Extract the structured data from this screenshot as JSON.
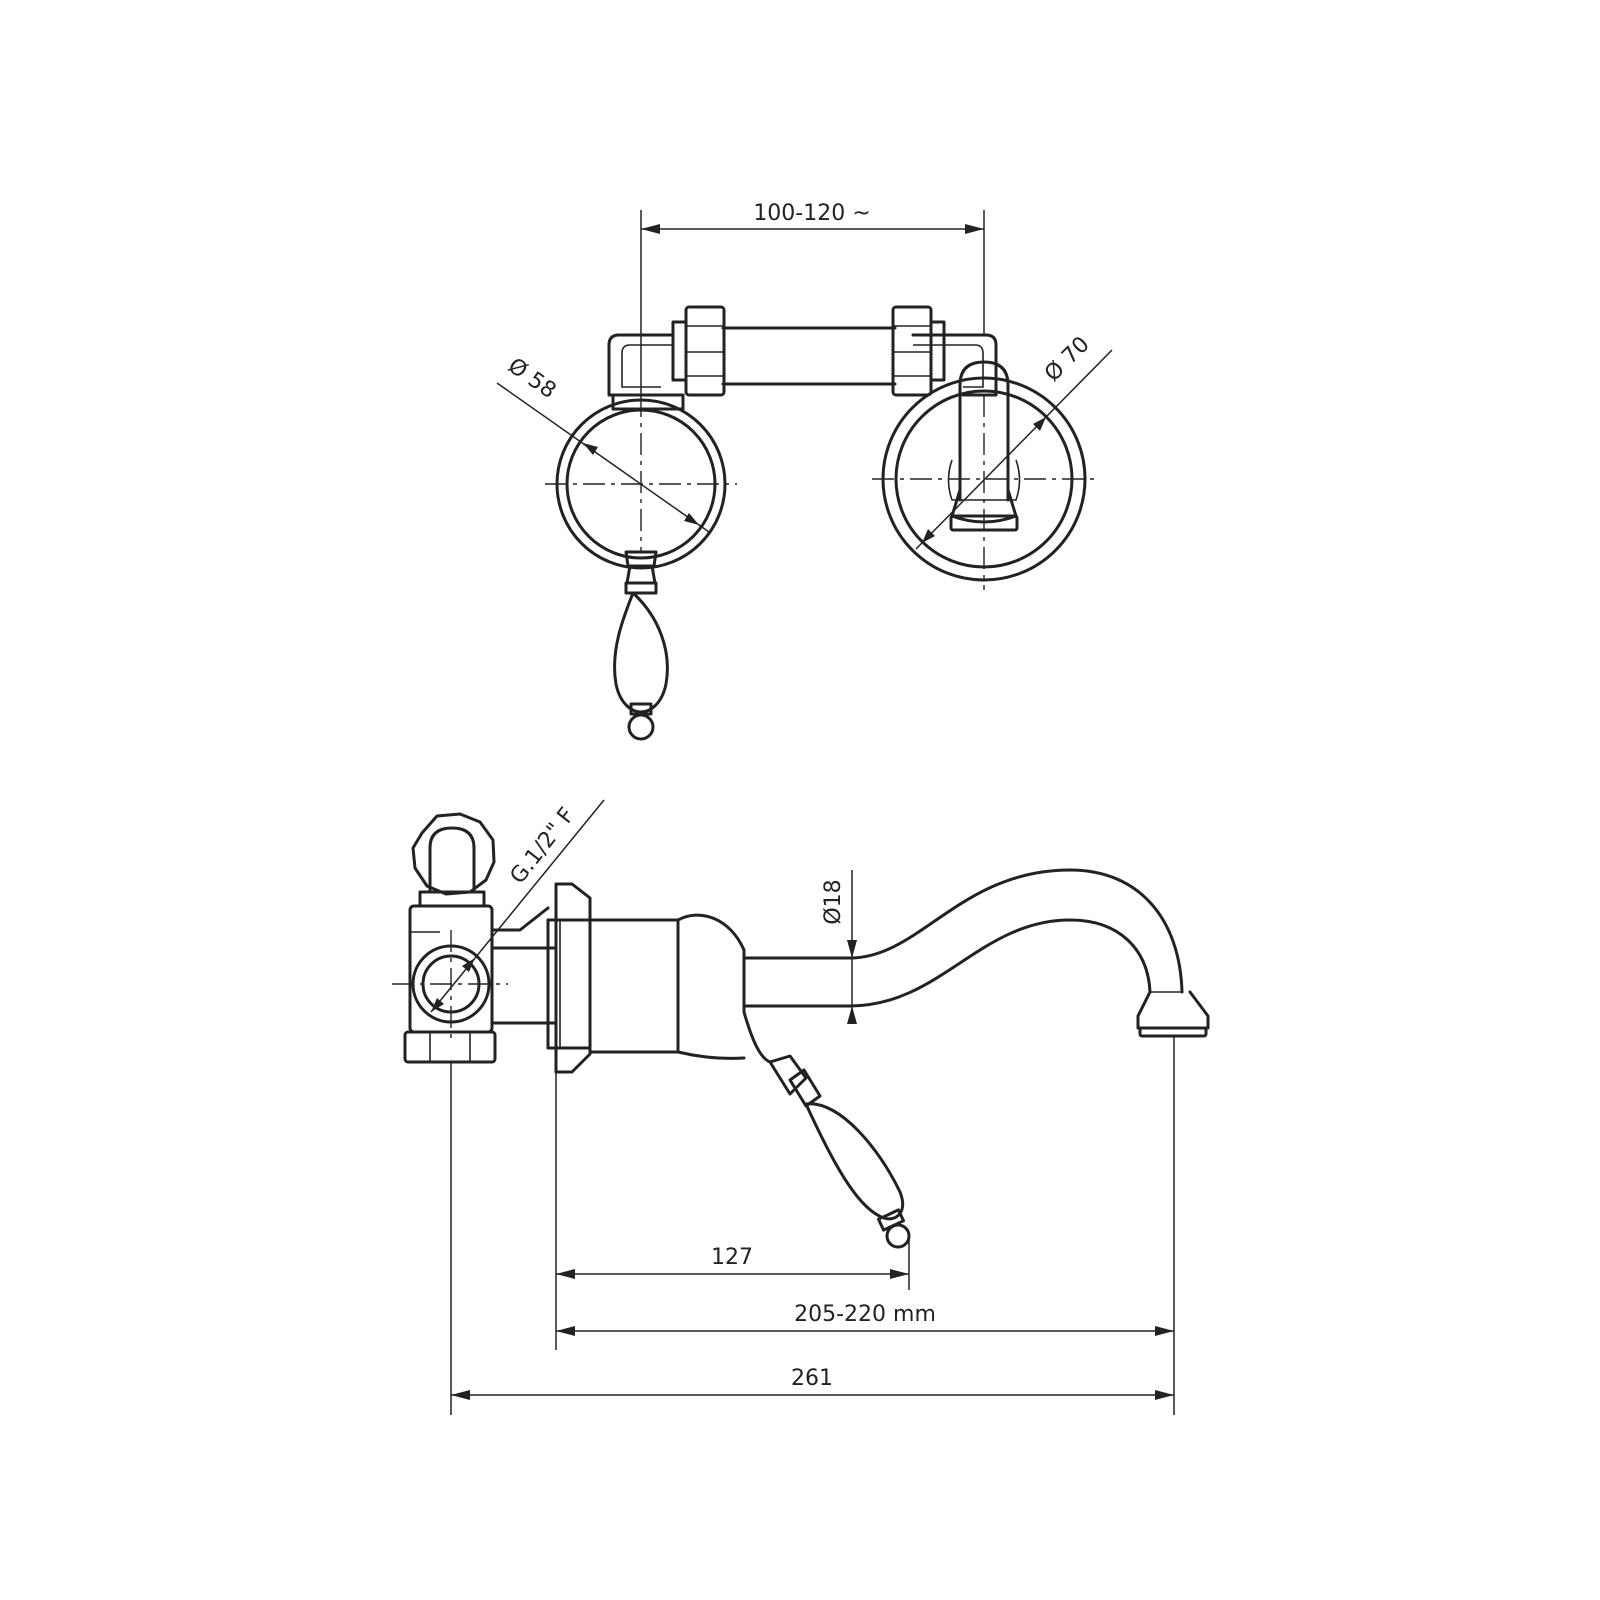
{
  "dimensions": {
    "spacing": "100-120 ~",
    "dia_left_rosette": "Ø 58",
    "dia_right_rosette": "Ø 70",
    "thread": "G.1/2\" F",
    "dia_spout": "Ø18",
    "handle_projection": "127",
    "spout_projection": "205-220 mm",
    "overall_length": "261"
  }
}
